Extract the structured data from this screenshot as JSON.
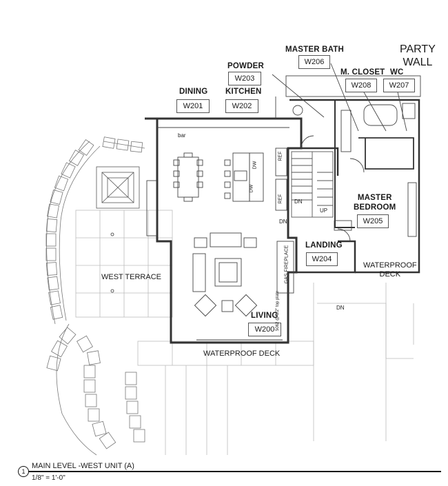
{
  "party_wall": "PARTY\nWALL",
  "rooms": {
    "master_bath": {
      "name": "MASTER BATH",
      "code": "W206"
    },
    "powder": {
      "name": "POWDER",
      "code": "W203"
    },
    "m_closet": {
      "name": "M. CLOSET",
      "code": "W208"
    },
    "wc": {
      "name": "WC",
      "code": "W207"
    },
    "dining": {
      "name": "DINING",
      "code": "W201"
    },
    "kitchen": {
      "name": "KITCHEN",
      "code": "W202"
    },
    "master_bedroom": {
      "name": "MASTER\nBEDROOM",
      "code": "W205"
    },
    "landing": {
      "name": "LANDING",
      "code": "W204"
    },
    "living": {
      "name": "LIVING",
      "code": "W200"
    }
  },
  "areas": {
    "west_terrace": "WEST TERRACE",
    "waterproof_deck_lower": "WATERPROOF DECK",
    "waterproof_deck_upper": "WATERPROOF\nDECK"
  },
  "annotations": {
    "bar": "bar",
    "ref_upper": "REF",
    "ref_lower": "REF",
    "dw_upper": "DW",
    "dw_lower": "DW",
    "dn_stair": "DN",
    "up_stair": "UP",
    "dn_hall": "DN",
    "dn_deck": "DN",
    "gas_fireplace": "GAS FIREPLACE",
    "plate_note": "5062 @ 1/2\" top plate"
  },
  "title_block": {
    "number": "1",
    "title": "MAIN LEVEL -WEST UNIT (A)",
    "scale": "1/8\" = 1'-0\""
  }
}
